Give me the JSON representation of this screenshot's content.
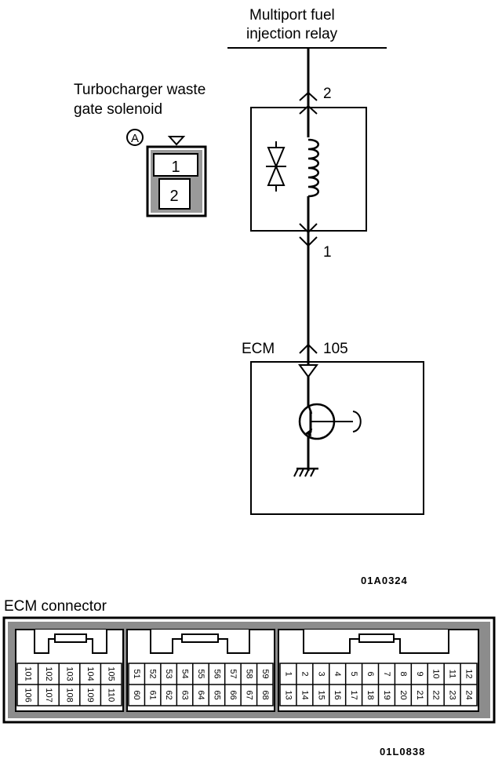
{
  "labels": {
    "relay_line1": "Multiport fuel",
    "relay_line2": "injection relay",
    "solenoid_line1": "Turbocharger waste",
    "solenoid_line2": "gate solenoid",
    "connector_id": "A",
    "solenoid_pin_top": "1",
    "solenoid_pin_bottom": "2",
    "wire_pin_top": "2",
    "wire_pin_bottom": "1",
    "ecm": "ECM",
    "ecm_pin": "105",
    "figure_code_1": "01A0324",
    "connector_title": "ECM connector",
    "figure_code_2": "01L0838"
  },
  "connector": {
    "left_group": {
      "top": [
        "101",
        "102",
        "103",
        "104",
        "105"
      ],
      "bottom": [
        "106",
        "107",
        "108",
        "109",
        "110"
      ]
    },
    "middle_group": {
      "top": [
        "51",
        "52",
        "53",
        "54",
        "55",
        "56",
        "57",
        "58",
        "59"
      ],
      "bottom": [
        "60",
        "61",
        "62",
        "63",
        "64",
        "65",
        "66",
        "67",
        "68"
      ]
    },
    "right_group": {
      "top": [
        "1",
        "2",
        "3",
        "4",
        "5",
        "6",
        "7",
        "8",
        "9",
        "10",
        "11",
        "12"
      ],
      "bottom": [
        "13",
        "14",
        "15",
        "16",
        "17",
        "18",
        "19",
        "20",
        "21",
        "22",
        "23",
        "24"
      ]
    }
  }
}
